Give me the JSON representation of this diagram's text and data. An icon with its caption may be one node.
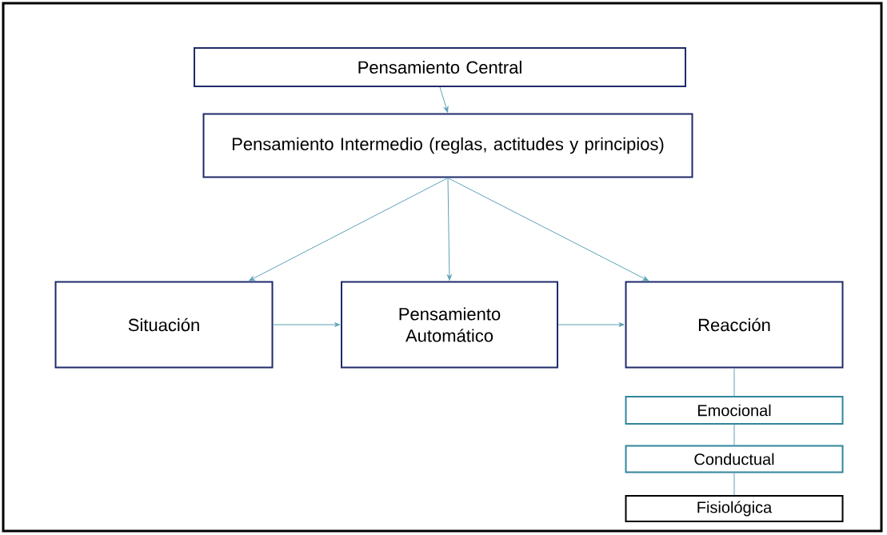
{
  "diagram": {
    "nodes": [
      {
        "text": [
          "Pensamiento Central"
        ]
      },
      {
        "text": [
          "Pensamiento Intermedio (reglas, actitudes y principios)"
        ]
      },
      {
        "text": [
          "Situación"
        ]
      },
      {
        "text": [
          "Pensamiento Automático"
        ]
      },
      {
        "text": [
          "Reacción"
        ]
      },
      {
        "text": [
          "Emocional"
        ]
      },
      {
        "text": [
          "Conductual"
        ]
      },
      {
        "text": [
          "Fisiológica"
        ]
      }
    ],
    "edges": [
      {
        "from": 0,
        "to": 1,
        "arrow": "to"
      },
      {
        "from": 1,
        "to": 2,
        "arrow": "to"
      },
      {
        "from": 1,
        "to": 3,
        "arrow": "to"
      },
      {
        "from": 1,
        "to": 4,
        "arrow": "to"
      },
      {
        "from": 2,
        "to": 3,
        "arrow": "to"
      },
      {
        "from": 3,
        "to": 4,
        "arrow": "to"
      },
      {
        "from": 4,
        "to": 5,
        "arrow": "none"
      },
      {
        "from": 5,
        "to": 6,
        "arrow": "none"
      },
      {
        "from": 6,
        "to": 7,
        "arrow": "none"
      }
    ]
  }
}
